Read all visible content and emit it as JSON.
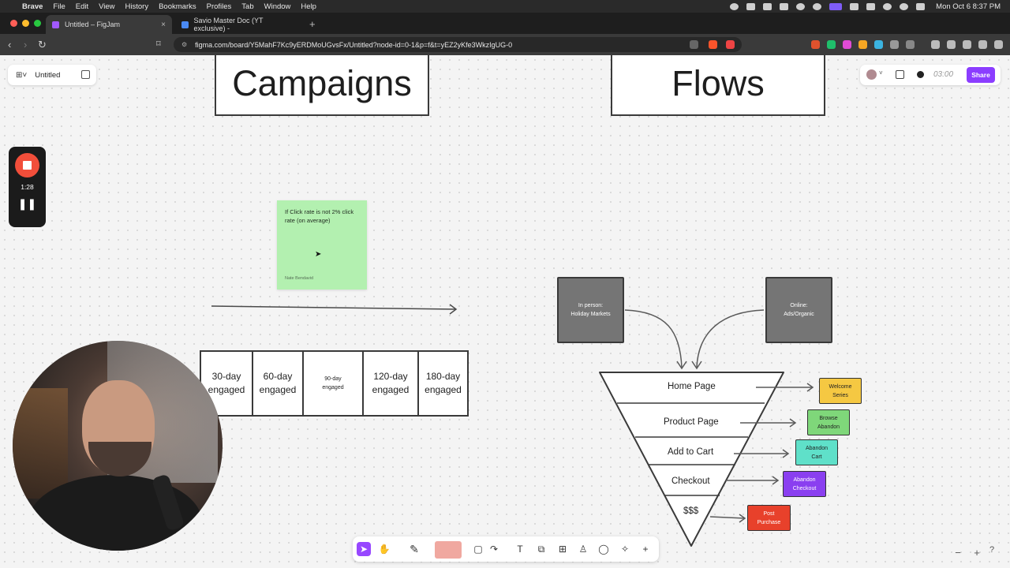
{
  "menubar": {
    "apple": "",
    "items": [
      "Brave",
      "File",
      "Edit",
      "View",
      "History",
      "Bookmarks",
      "Profiles",
      "Tab",
      "Window",
      "Help"
    ],
    "clock": "Mon Oct 6  8:37 PM"
  },
  "browser": {
    "tabs": [
      {
        "title": "Untitled – FigJam",
        "active": true,
        "close": "×"
      },
      {
        "title": "Savio Master Doc (YT exclusive) -",
        "active": false
      }
    ],
    "new_tab": "+",
    "url": "figma.com/board/Y5MahF7Kc9yERDMoUGvsFx/Untitled?node-id=0-1&p=f&t=yEZ2yKfe3WkzIgUG-0"
  },
  "figjam": {
    "file_name": "Untitled",
    "timer": "03:00",
    "share_label": "Share",
    "recording": {
      "elapsed": "1:28",
      "pause": "❚❚"
    },
    "headings": {
      "campaigns": "Campaigns",
      "flows": "Flows"
    },
    "sticky": {
      "text": "If Click rate is not 2% click rate (on average)",
      "author": "Nate Bendavid",
      "color": "#b3f0b0"
    },
    "segments": [
      {
        "line1": "30-day",
        "line2": "engaged"
      },
      {
        "line1": "60-day",
        "line2": "engaged"
      },
      {
        "line1": "90-day",
        "line2": "engaged"
      },
      {
        "line1": "120-day",
        "line2": "engaged"
      },
      {
        "line1": "180-day",
        "line2": "engaged"
      }
    ],
    "sources": [
      {
        "line1": "In person:",
        "line2": "Holiday Markets"
      },
      {
        "line1": "Online:",
        "line2": "Ads/Organic"
      }
    ],
    "funnel_stages": [
      "Home Page",
      "Product Page",
      "Add to Cart",
      "Checkout",
      "$$$"
    ],
    "flow_chips": [
      {
        "line1": "Welcome",
        "line2": "Series",
        "color": "#f5c842"
      },
      {
        "line1": "Browse",
        "line2": "Abandon",
        "color": "#7fd77a"
      },
      {
        "line1": "Abandon",
        "line2": "Cart",
        "color": "#5fe0c9"
      },
      {
        "line1": "Abandon",
        "line2": "Checkout",
        "color": "#8a3ff0"
      },
      {
        "line1": "Post",
        "line2": "Purchase",
        "color": "#e8412b"
      }
    ],
    "zoom_out": "−",
    "zoom_in": "+",
    "help": "?"
  },
  "colors": {
    "accent": "#8b3dff",
    "record": "#f24e3a",
    "source_box": "#757575"
  }
}
